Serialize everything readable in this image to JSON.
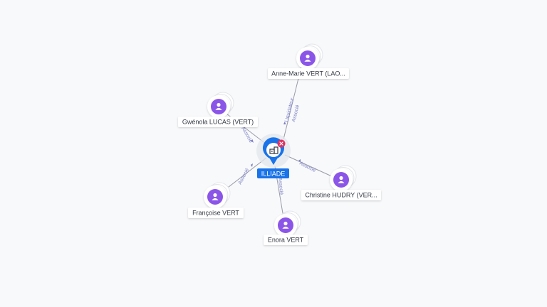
{
  "center": {
    "label": "ILLIADE",
    "icon": "company-building-icon",
    "badge_icon": "close-icon",
    "color": "#1a73e8",
    "badge_color": "#e03360"
  },
  "person_color": "#8b55e8",
  "edge_color": "#7b7fc4",
  "persons": [
    {
      "label": "Anne-Marie VERT (LAO...",
      "edge_labels": [
        "Liquidateur",
        "Associé"
      ],
      "icon": "person-icon"
    },
    {
      "label": "Gwénola LUCAS (VERT)",
      "edge_labels": [
        "Associé"
      ],
      "icon": "person-icon"
    },
    {
      "label": "Christine HUDRY (VER...",
      "edge_labels": [
        "Associé"
      ],
      "icon": "person-icon"
    },
    {
      "label": "Françoise VERT",
      "edge_labels": [
        "Associé"
      ],
      "icon": "person-icon"
    },
    {
      "label": "Enora VERT",
      "edge_labels": [
        "Associé"
      ],
      "icon": "person-icon"
    }
  ]
}
